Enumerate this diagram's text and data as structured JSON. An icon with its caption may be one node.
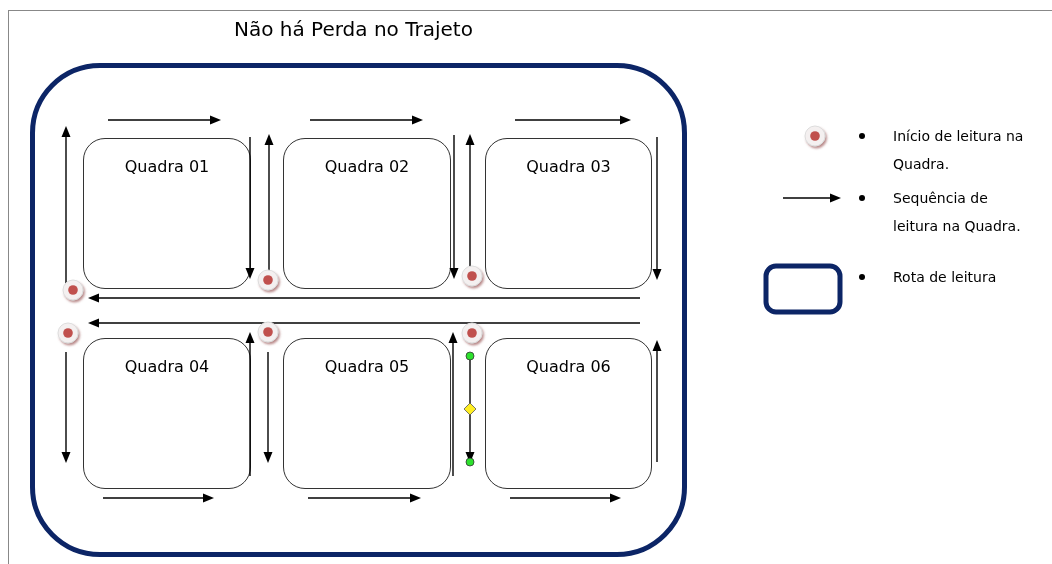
{
  "diagram": {
    "title": "Não há Perda no Trajeto",
    "nodes": [
      {
        "text": [],
        "shape": "box"
      },
      {
        "text": [
          "Quadra 01"
        ],
        "in": 0
      },
      {
        "text": [
          "Quadra 02"
        ],
        "in": 0
      },
      {
        "text": [
          "Quadra 03"
        ],
        "in": 0
      },
      {
        "text": [
          "Quadra 04"
        ],
        "in": 0
      },
      {
        "text": [
          "Quadra 05"
        ],
        "in": 0
      },
      {
        "text": [
          "Quadra 06"
        ],
        "in": 0
      }
    ],
    "edges": [],
    "legend": [
      {
        "text": "Início de leitura na Quadra."
      },
      {
        "text": "Sequência de leitura na Quadra."
      },
      {
        "text": "Rota de leitura"
      }
    ]
  }
}
